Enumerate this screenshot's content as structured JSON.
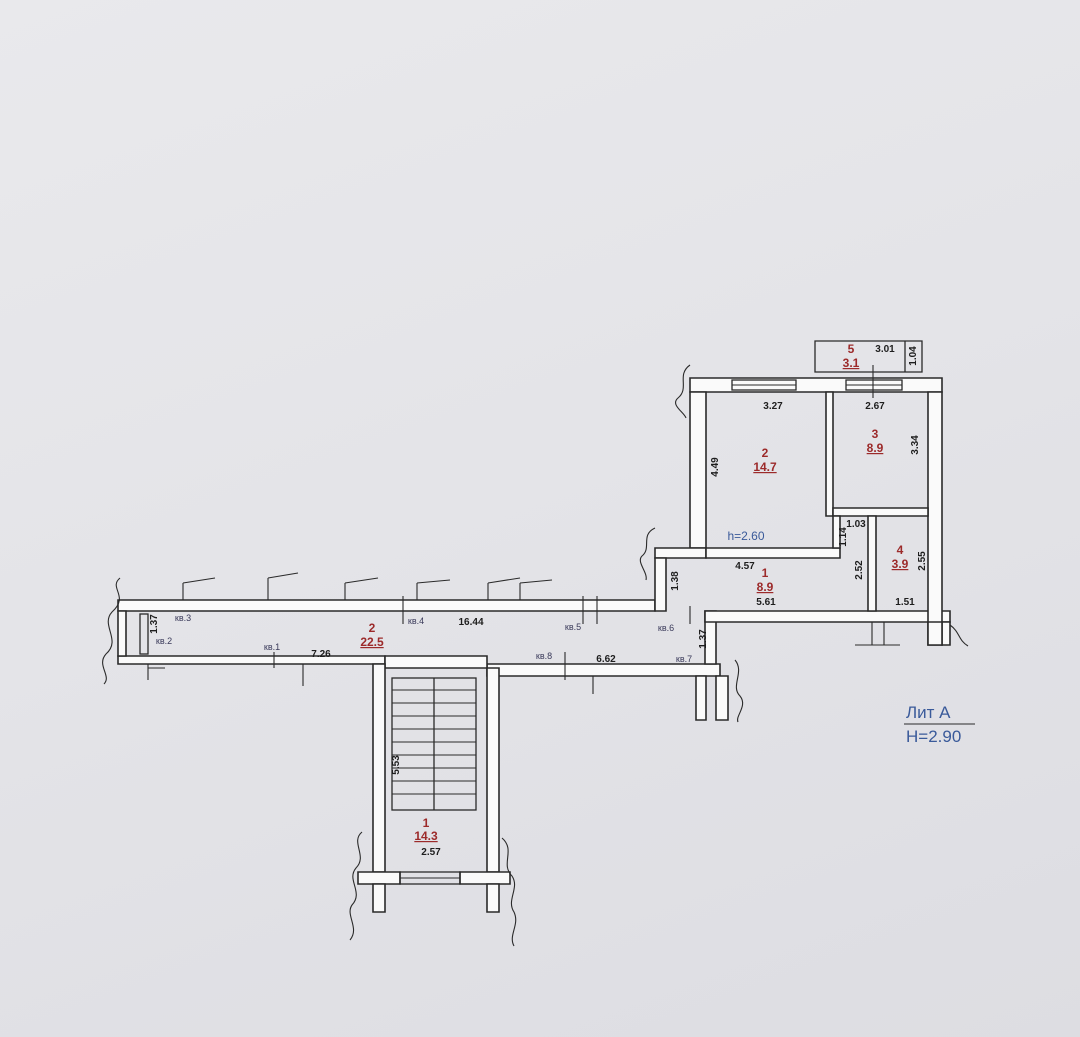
{
  "rooms": [
    {
      "id": "r-stair",
      "num": "1",
      "area": "14.3"
    },
    {
      "id": "r-corr",
      "num": "2",
      "area": "22.5"
    },
    {
      "id": "r-office1",
      "num": "1",
      "area": "8.9"
    },
    {
      "id": "r-office2",
      "num": "2",
      "area": "14.7"
    },
    {
      "id": "r-office3",
      "num": "3",
      "area": "8.9"
    },
    {
      "id": "r-office4",
      "num": "4",
      "area": "3.9"
    },
    {
      "id": "r-office5",
      "num": "5",
      "area": "3.1"
    }
  ],
  "dimensions": {
    "d_3_01": "3.01",
    "d_1_04": "1.04",
    "d_3_27": "3.27",
    "d_2_67": "2.67",
    "d_4_49": "4.49",
    "d_3_34": "3.34",
    "d_1_03": "1.03",
    "d_1_14": "1.14",
    "d_4_57": "4.57",
    "d_2_52": "2.52",
    "d_2_55": "2.55",
    "d_1_38": "1.38",
    "d_5_61": "5.61",
    "d_1_51": "1.51",
    "d_16_44": "16.44",
    "d_1_37a": "1.37",
    "d_1_37b": "1.37",
    "d_7_26": "7.26",
    "d_6_62": "6.62",
    "d_5_53": "5.53",
    "d_2_57": "2.57"
  },
  "apartments": {
    "kv1": "кв.1",
    "kv2": "кв.2",
    "kv3": "кв.3",
    "kv4": "кв.4",
    "kv5": "кв.5",
    "kv6": "кв.6",
    "kv7": "кв.7",
    "kv8": "кв.8"
  },
  "ceiling_height": "h=2.60",
  "legend": {
    "lit": "Лит А",
    "height": "H=2.90"
  }
}
